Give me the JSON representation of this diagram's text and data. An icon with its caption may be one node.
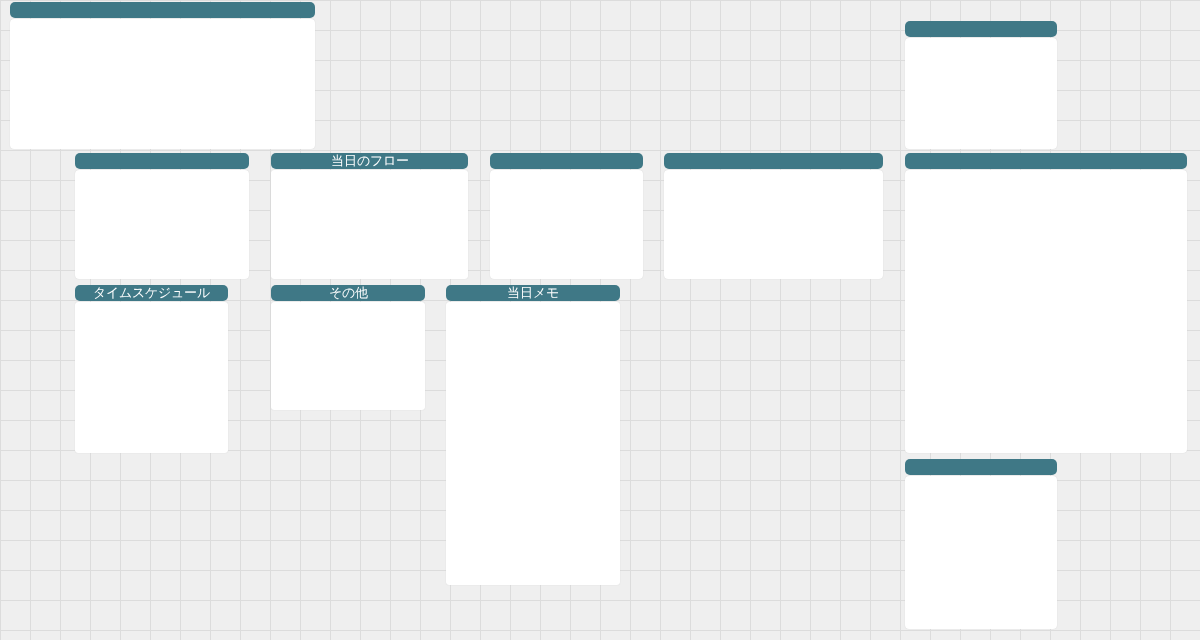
{
  "diagram": {
    "nodes": [
      {
        "text": [],
        "shape": "box"
      },
      {
        "text": [],
        "shape": "box"
      },
      {
        "text": [],
        "shape": "box"
      },
      {
        "text": [
          "当日のフロー"
        ]
      },
      {
        "text": [],
        "shape": "box"
      },
      {
        "text": [],
        "shape": "box"
      },
      {
        "text": [],
        "shape": "box"
      },
      {
        "text": [
          "タイムスケジュール"
        ]
      },
      {
        "text": [
          "その他"
        ]
      },
      {
        "text": [
          "当日メモ"
        ]
      },
      {
        "text": [],
        "shape": "box"
      }
    ]
  }
}
